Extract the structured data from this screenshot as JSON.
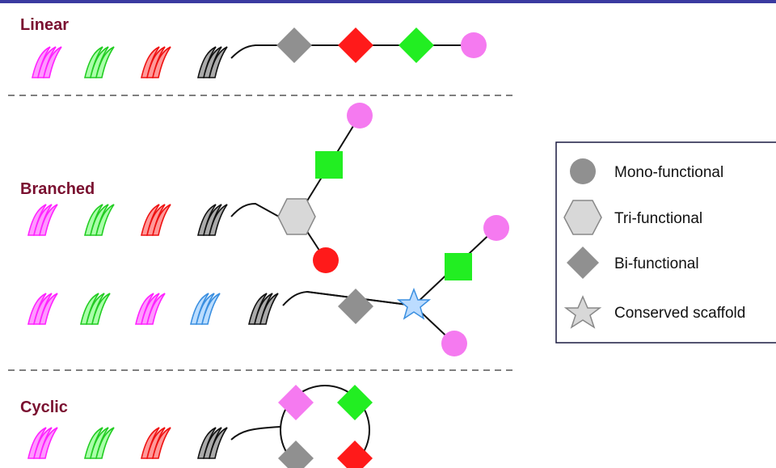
{
  "sections": {
    "linear": {
      "label": "Linear"
    },
    "branched": {
      "label": "Branched"
    },
    "cyclic": {
      "label": "Cyclic"
    }
  },
  "legend": {
    "mono": {
      "label": "Mono-functional",
      "icon": "circle-icon"
    },
    "tri": {
      "label": "Tri-functional",
      "icon": "hexagon-icon"
    },
    "bi": {
      "label": "Bi-functional",
      "icon": "diamond-icon"
    },
    "scaffold": {
      "label": "Conserved scaffold",
      "icon": "star-icon"
    }
  },
  "colors": {
    "label": "#7a1030",
    "top_bar": "#3a3aa0",
    "magenta": "#ff22ff",
    "green": "#22ee22",
    "red": "#ff1a1a",
    "blue": "#66bbff",
    "black": "#111111",
    "gray": "#909090",
    "pink": "#f57af0",
    "light_gray": "#d8d8d8",
    "star_fill": "#bcdcff",
    "star_stroke": "#3a8fe0"
  }
}
